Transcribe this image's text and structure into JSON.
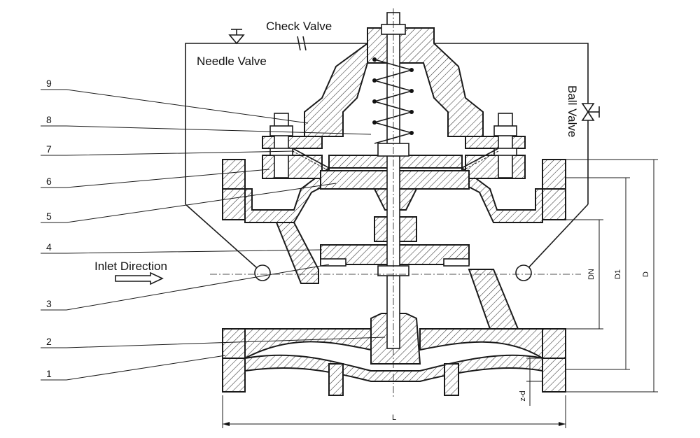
{
  "labels": {
    "check_valve": "Check Valve",
    "needle_valve": "Needle Valve",
    "ball_valve": "Ball Valve",
    "inlet_direction": "Inlet Direction"
  },
  "callouts": [
    "1",
    "2",
    "3",
    "4",
    "5",
    "6",
    "7",
    "8",
    "9"
  ],
  "dimensions": {
    "dn": "DN",
    "d1": "D1",
    "d": "D",
    "l": "L",
    "z_d": "z-d"
  }
}
